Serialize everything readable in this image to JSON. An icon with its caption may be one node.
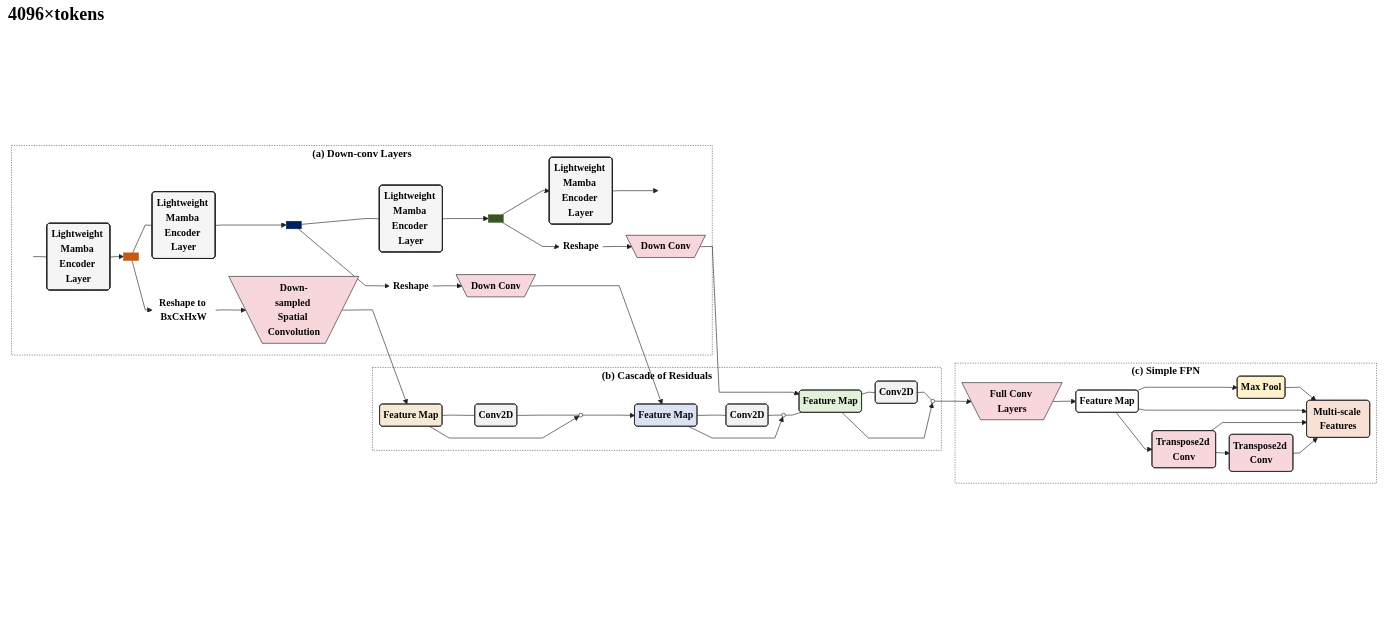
{
  "diagram": {
    "nodes": [
      {
        "text": [
          "(a) Down-conv Layers"
        ]
      },
      {
        "text": [
          "Lightweight Mamba Encoder Layer"
        ],
        "in": 0
      },
      {
        "text": [],
        "shape": "bar",
        "in": 0
      },
      {
        "text": [
          "Lightweight Mamba Encoder Layer"
        ],
        "in": 0
      },
      {
        "text": [],
        "shape": "bar",
        "in": 0
      },
      {
        "text": [
          "Lightweight Mamba Encoder Layer"
        ],
        "in": 0
      },
      {
        "text": [],
        "shape": "bar",
        "in": 0
      },
      {
        "text": [
          "Lightweight Mamba Encoder Layer"
        ],
        "in": 0
      },
      {
        "text": [
          "Reshape to BxCxHxW"
        ],
        "in": 0
      },
      {
        "text": [
          "Reshape"
        ],
        "in": 0
      },
      {
        "text": [
          "Reshape"
        ],
        "in": 0
      },
      {
        "text": [
          "Down-sampled Spatial Convolution"
        ],
        "in": 0
      },
      {
        "text": [
          "Down Conv"
        ],
        "in": 0
      },
      {
        "text": [
          "Down Conv"
        ],
        "in": 0
      },
      {
        "text": [
          "(b) Cascade of Residuals"
        ]
      },
      {
        "text": [
          "Feature Map"
        ],
        "in": 14
      },
      {
        "text": [
          "Conv2D"
        ],
        "in": 14
      },
      {
        "text": [],
        "shape": "circle",
        "in": 14
      },
      {
        "text": [
          "Feature Map"
        ],
        "in": 14
      },
      {
        "text": [
          "Conv2D"
        ],
        "in": 14
      },
      {
        "text": [],
        "shape": "circle",
        "in": 14
      },
      {
        "text": [
          "Feature Map"
        ],
        "in": 14
      },
      {
        "text": [
          "Conv2D"
        ],
        "in": 14
      },
      {
        "text": [],
        "shape": "circle",
        "in": 14
      },
      {
        "text": [
          "(c) Simple FPN"
        ]
      },
      {
        "text": [
          "Transpose2d Conv"
        ],
        "in": 24
      },
      {
        "text": [
          "Transpose2d Conv"
        ],
        "in": 24
      },
      {
        "text": [
          "Feature Map"
        ],
        "in": 24
      },
      {
        "text": [
          "Max Pool"
        ],
        "in": 24
      },
      {
        "text": [
          "Full Conv Layers"
        ],
        "in": 24
      },
      {
        "text": [
          "Multi-scale Features"
        ],
        "in": 24
      }
    ],
    "edges": [
      {
        "from": null,
        "to": 1,
        "arrow": "none"
      },
      {
        "from": 1,
        "to": 2,
        "arrow": "to"
      },
      {
        "from": 2,
        "to": 3,
        "arrow": "none"
      },
      {
        "from": 3,
        "to": 4,
        "arrow": "to"
      },
      {
        "from": 4,
        "to": 5,
        "arrow": "none"
      },
      {
        "from": 5,
        "to": 6,
        "arrow": "to"
      },
      {
        "from": 6,
        "to": 7,
        "arrow": "to"
      },
      {
        "from": 7,
        "to": null,
        "arrow": "to"
      },
      {
        "from": 2,
        "to": 8,
        "arrow": "to"
      },
      {
        "from": 4,
        "to": 9,
        "arrow": "to"
      },
      {
        "from": 6,
        "to": 10,
        "arrow": "to"
      },
      {
        "from": 8,
        "to": 11,
        "arrow": "to"
      },
      {
        "from": 9,
        "to": 12,
        "arrow": "to"
      },
      {
        "from": 10,
        "to": 13,
        "arrow": "to"
      },
      {
        "from": 11,
        "to": 15,
        "arrow": "to"
      },
      {
        "from": 12,
        "to": 18,
        "arrow": "to"
      },
      {
        "from": 13,
        "to": 21,
        "arrow": "to"
      },
      {
        "from": 15,
        "to": 16,
        "arrow": "none"
      },
      {
        "from": 16,
        "to": 17,
        "arrow": "none"
      },
      {
        "from": 15,
        "to": 17,
        "arrow": "to"
      },
      {
        "from": 17,
        "to": 18,
        "arrow": "to"
      },
      {
        "from": 18,
        "to": 19,
        "arrow": "none"
      },
      {
        "from": 19,
        "to": 20,
        "arrow": "none"
      },
      {
        "from": 18,
        "to": 20,
        "arrow": "to"
      },
      {
        "from": 20,
        "to": 21,
        "arrow": "none"
      },
      {
        "from": 21,
        "to": 22,
        "arrow": "none"
      },
      {
        "from": 22,
        "to": 23,
        "arrow": "none"
      },
      {
        "from": 21,
        "to": 23,
        "arrow": "to"
      },
      {
        "from": 23,
        "to": 29,
        "arrow": "to"
      },
      {
        "from": 29,
        "to": 27,
        "arrow": "to"
      },
      {
        "from": 27,
        "to": 26,
        "arrow": "to"
      },
      {
        "from": 26,
        "to": 25,
        "arrow": "to"
      },
      {
        "from": 27,
        "to": 28,
        "arrow": "to"
      },
      {
        "from": 28,
        "to": 30,
        "arrow": "to"
      },
      {
        "from": 27,
        "to": 30,
        "arrow": "to"
      },
      {
        "from": 26,
        "to": 30,
        "arrow": "to"
      },
      {
        "from": 25,
        "to": 30,
        "arrow": "to"
      }
    ],
    "labels": [
      "4096×tokens"
    ]
  }
}
